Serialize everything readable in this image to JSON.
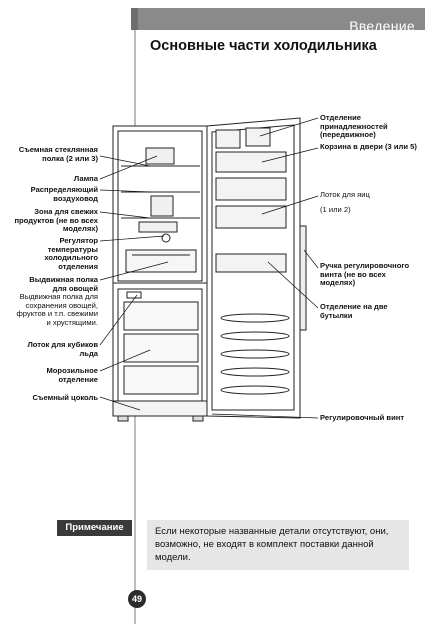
{
  "header": {
    "section_title": "Введение"
  },
  "page_title": "Основные части холодильника",
  "labels_left": [
    "Съемная стеклянная полка (2 или 3)",
    "Лампа",
    "Распределяющий воздуховод",
    "Зона для свежих продуктов (не во всех моделях)",
    "Регулятор температуры холодильного отделения",
    "Выдвижная полка для овощей",
    "Выдвижная полка для сохранения овощей, фруктов и т.п. свежими и хрустящими.",
    "Лоток для кубиков льда",
    "Морозильное отделение",
    "Съемный цоколь"
  ],
  "labels_right": [
    "Отделение принадлежностей (передвижное)",
    "Корзина в двери (3 или 5)",
    "Лоток для яиц",
    "(1 или 2)",
    "Ручка регулировочного винта (не во всех моделях)",
    "Отделение на две бутылки",
    "Регулировочный винт"
  ],
  "note": {
    "badge": "Примечание",
    "text": "Если некоторые названные детали отсутствуют, они, возможно, не входят в комплект поставки данной модели."
  },
  "page_number": "49"
}
